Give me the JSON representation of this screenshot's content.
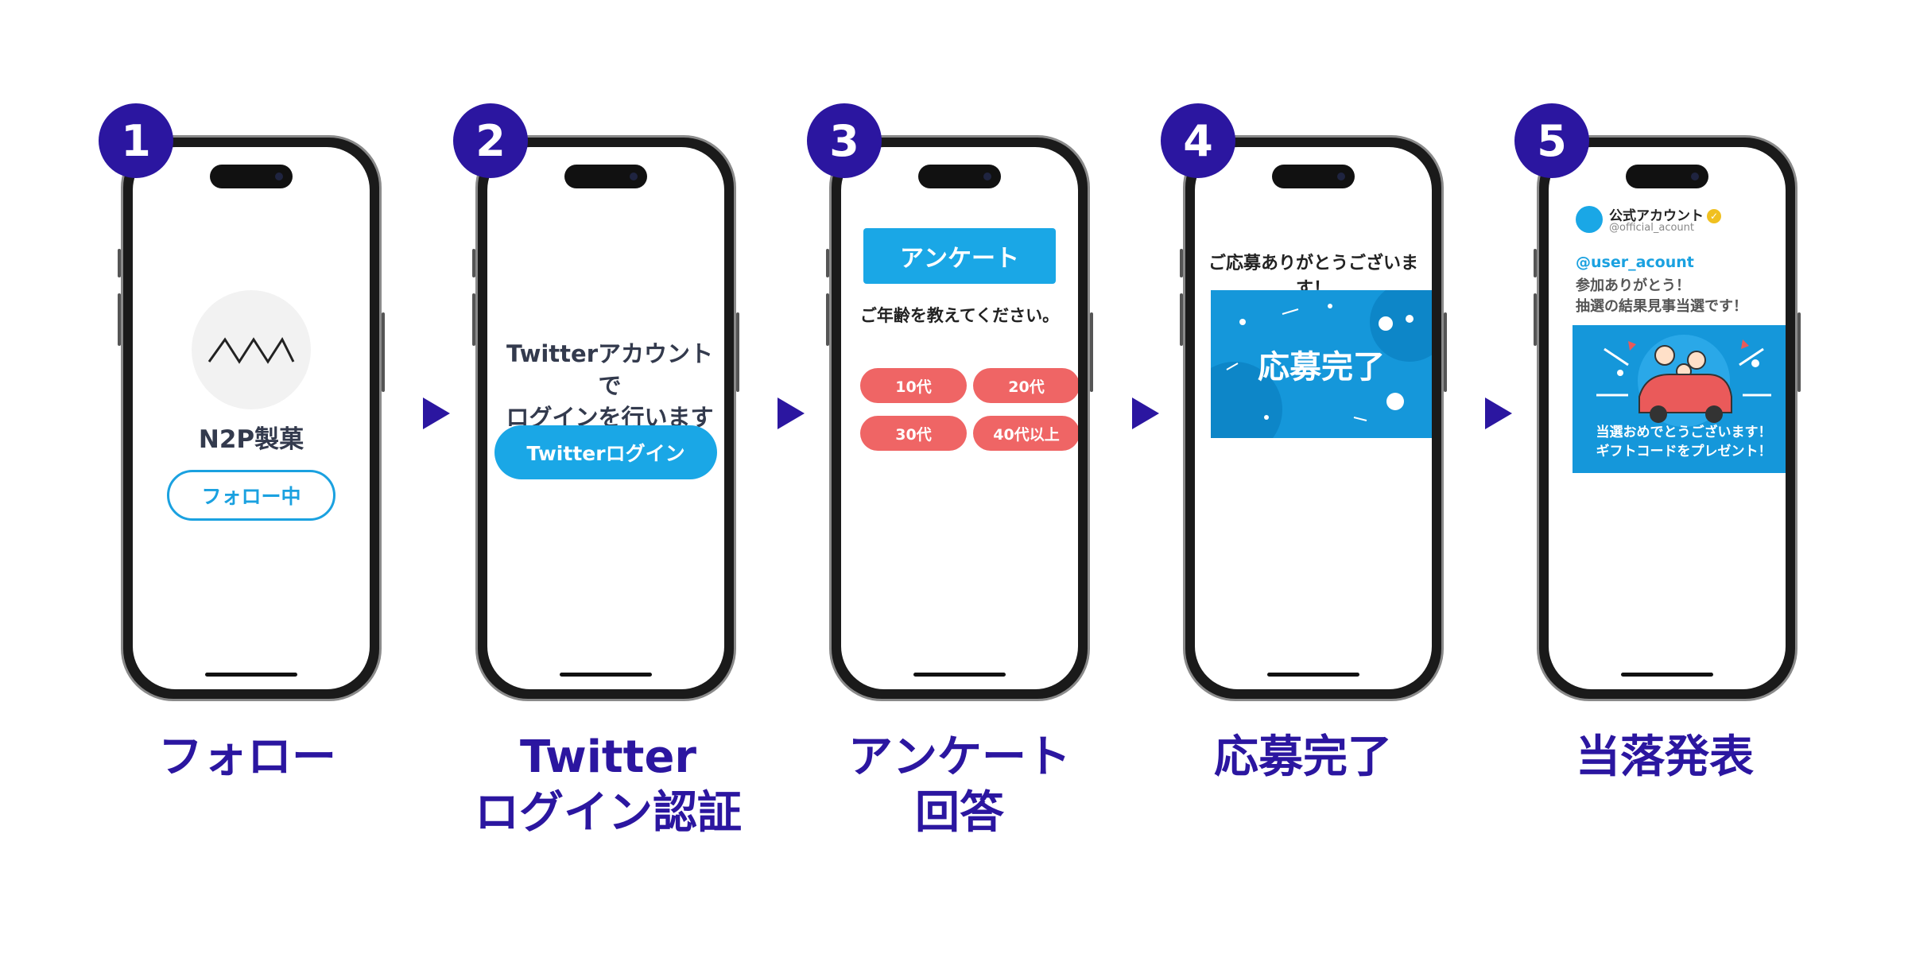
{
  "steps": [
    {
      "number": "1",
      "caption_lines": [
        "フォロー"
      ]
    },
    {
      "number": "2",
      "caption_lines": [
        "Twitter",
        "ログイン認証"
      ]
    },
    {
      "number": "3",
      "caption_lines": [
        "アンケート",
        "回答"
      ]
    },
    {
      "number": "4",
      "caption_lines": [
        "応募完了"
      ]
    },
    {
      "number": "5",
      "caption_lines": [
        "当落発表"
      ]
    }
  ],
  "screen1": {
    "brand_name": "N2P製菓",
    "follow_button": "フォロー中"
  },
  "screen2": {
    "text_line1": "Twitterアカウントで",
    "text_line2": "ログインを行います",
    "login_button": "Twitterログイン"
  },
  "screen3": {
    "header": "アンケート",
    "question": "ご年齢を教えてください。",
    "options": [
      "10代",
      "20代",
      "30代",
      "40代以上"
    ]
  },
  "screen4": {
    "thanks": "ご応募ありがとうございます！",
    "banner_text": "応募完了"
  },
  "screen5": {
    "account_name": "公式アカウント",
    "account_handle": "@official_acount",
    "mention": "@user_acount",
    "line1": "参加ありがとう！",
    "line2": "抽選の結果見事当選です！",
    "banner_line1": "当選おめでとうございます！",
    "banner_line2": "ギフトコードをプレゼント！"
  },
  "colors": {
    "accent": "#2b16a0",
    "twitter_blue": "#1aa7e6",
    "option_red": "#ef6565"
  }
}
